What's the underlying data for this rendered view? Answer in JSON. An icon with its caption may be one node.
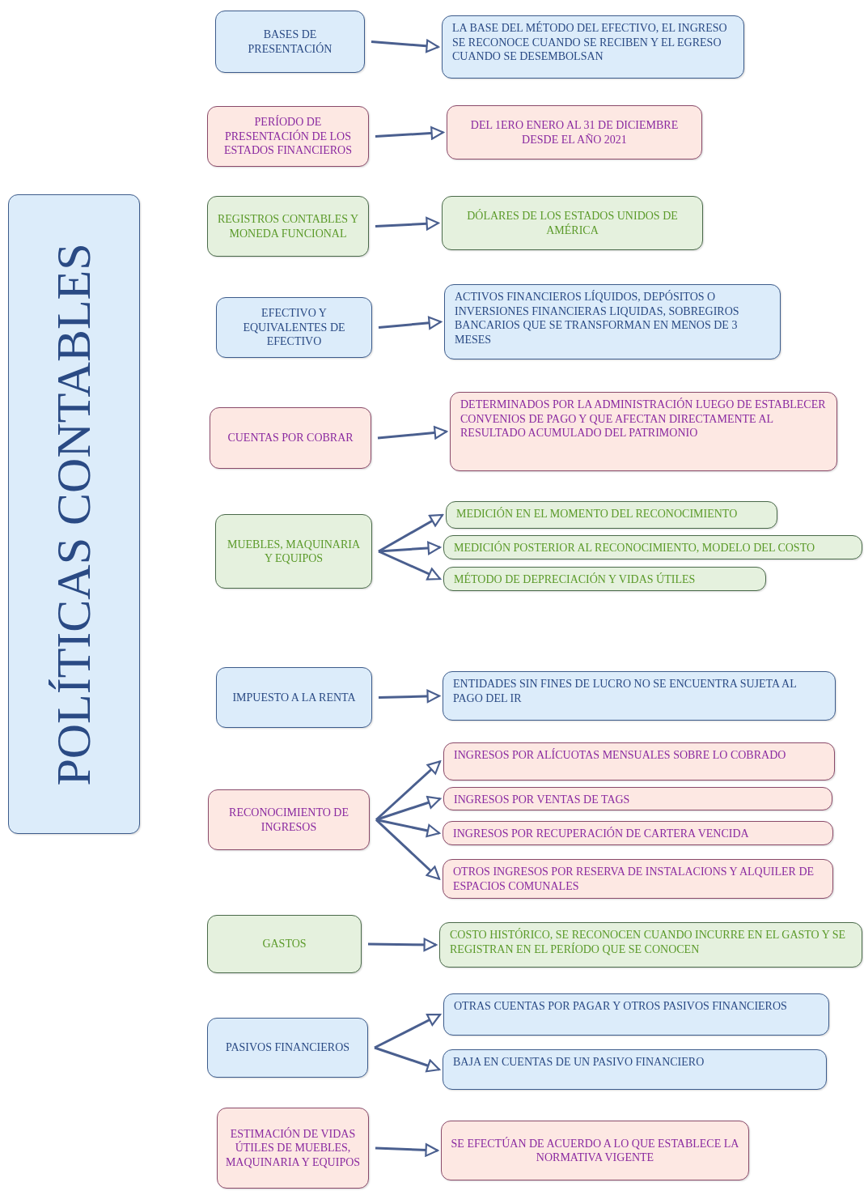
{
  "diagram": {
    "nodes": [
      {
        "text": [
          "POLÍTICAS CONTABLES"
        ]
      },
      {
        "text": [
          "BASES DE PRESENTACIÓN"
        ]
      },
      {
        "text": [
          "LA BASE DEL MÉTODO DEL EFECTIVO, EL INGRESO SE RECONOCE CUANDO SE RECIBEN Y EL EGRESO CUANDO SE DESEMBOLSAN"
        ]
      },
      {
        "text": [
          "PERÍODO DE PRESENTACIÓN DE LOS ESTADOS FINANCIEROS"
        ]
      },
      {
        "text": [
          "DEL 1ERO ENERO AL 31 DE DICIEMBRE DESDE EL AÑO 2021"
        ]
      },
      {
        "text": [
          "REGISTROS CONTABLES Y MONEDA FUNCIONAL"
        ]
      },
      {
        "text": [
          "DÓLARES DE LOS ESTADOS UNIDOS DE AMÉRICA"
        ]
      },
      {
        "text": [
          "EFECTIVO Y EQUIVALENTES DE EFECTIVO"
        ]
      },
      {
        "text": [
          "ACTIVOS FINANCIEROS LÍQUIDOS, DEPÓSITOS O INVERSIONES FINANCIERAS LIQUIDAS, SOBREGIROS BANCARIOS QUE SE TRANSFORMAN EN MENOS DE 3 MESES"
        ]
      },
      {
        "text": [
          "CUENTAS POR COBRAR"
        ]
      },
      {
        "text": [
          "DETERMINADOS POR LA ADMINISTRACIÓN LUEGO DE ESTABLECER CONVENIOS DE PAGO Y QUE AFECTAN DIRECTAMENTE AL RESULTADO ACUMULADO DEL PATRIMONIO"
        ]
      },
      {
        "text": [
          "MUEBLES, MAQUINARIA Y EQUIPOS"
        ]
      },
      {
        "text": [
          "MEDICIÓN EN EL MOMENTO DEL RECONOCIMIENTO"
        ]
      },
      {
        "text": [
          "MEDICIÓN POSTERIOR AL RECONOCIMIENTO, MODELO DEL COSTO"
        ]
      },
      {
        "text": [
          "MÉTODO DE DEPRECIACIÓN Y VIDAS ÚTILES"
        ]
      },
      {
        "text": [
          "IMPUESTO A LA RENTA"
        ]
      },
      {
        "text": [
          "ENTIDADES SIN FINES DE LUCRO NO SE ENCUENTRA SUJETA AL PAGO DEL IR"
        ]
      },
      {
        "text": [
          "RECONOCIMIENTO DE INGRESOS"
        ]
      },
      {
        "text": [
          "INGRESOS POR ALÍCUOTAS MENSUALES SOBRE LO COBRADO"
        ]
      },
      {
        "text": [
          "INGRESOS POR VENTAS DE TAGS"
        ]
      },
      {
        "text": [
          "INGRESOS POR RECUPERACIÓN DE CARTERA VENCIDA"
        ]
      },
      {
        "text": [
          "OTROS INGRESOS POR RESERVA DE INSTALACIONS Y ALQUILER DE ESPACIOS COMUNALES"
        ]
      },
      {
        "text": [
          "GASTOS"
        ]
      },
      {
        "text": [
          "COSTO HISTÓRICO, SE RECONOCEN CUANDO INCURRE EN EL GASTO Y SE REGISTRAN EN EL PERÍODO QUE SE CONOCEN"
        ]
      },
      {
        "text": [
          "PASIVOS FINANCIEROS"
        ]
      },
      {
        "text": [
          "OTRAS CUENTAS POR PAGAR Y OTROS PASIVOS FINANCIEROS"
        ]
      },
      {
        "text": [
          "BAJA EN CUENTAS DE UN PASIVO FINANCIERO"
        ]
      },
      {
        "text": [
          "ESTIMACIÓN DE VIDAS ÚTILES DE MUEBLES, MAQUINARIA Y EQUIPOS"
        ]
      },
      {
        "text": [
          "SE EFECTÚAN DE ACUERDO A LO QUE ESTABLECE LA NORMATIVA VIGENTE"
        ]
      }
    ],
    "edges": [
      {
        "from": 1,
        "to": 2,
        "arrow": "to"
      },
      {
        "from": 3,
        "to": 4,
        "arrow": "to"
      },
      {
        "from": 5,
        "to": 6,
        "arrow": "to"
      },
      {
        "from": 7,
        "to": 8,
        "arrow": "to"
      },
      {
        "from": 9,
        "to": 10,
        "arrow": "to"
      },
      {
        "from": 11,
        "to": 12,
        "arrow": "to"
      },
      {
        "from": 11,
        "to": 13,
        "arrow": "to"
      },
      {
        "from": 11,
        "to": 14,
        "arrow": "to"
      },
      {
        "from": 15,
        "to": 16,
        "arrow": "to"
      },
      {
        "from": 17,
        "to": 18,
        "arrow": "to"
      },
      {
        "from": 17,
        "to": 19,
        "arrow": "to"
      },
      {
        "from": 17,
        "to": 20,
        "arrow": "to"
      },
      {
        "from": 17,
        "to": 21,
        "arrow": "to"
      },
      {
        "from": 22,
        "to": 23,
        "arrow": "to"
      },
      {
        "from": 24,
        "to": 25,
        "arrow": "to"
      },
      {
        "from": 24,
        "to": 26,
        "arrow": "to"
      },
      {
        "from": 27,
        "to": 28,
        "arrow": "to"
      }
    ]
  }
}
